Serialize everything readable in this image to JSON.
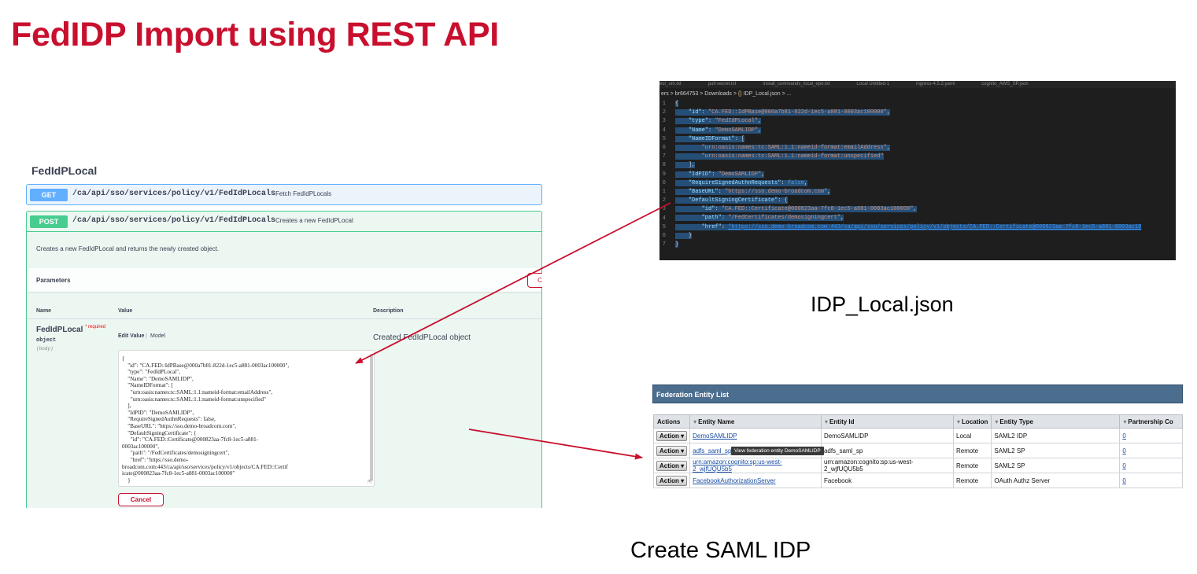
{
  "slide_title": "FedIDP Import using REST API",
  "swagger": {
    "section_title": "FedIdPLocal",
    "get": {
      "method": "GET",
      "path": "/ca/api/sso/services/policy/v1/FedIdPLocals",
      "summary": "Fetch FedIdPLocals"
    },
    "post": {
      "method": "POST",
      "path": "/ca/api/sso/services/policy/v1/FedIdPLocals",
      "summary": "Creates a new FedIdPLocal"
    },
    "description": "Creates a new FedIdPLocal and returns the newly created object.",
    "parameters_label": "Parameters",
    "tryout_label": "C",
    "columns": {
      "name": "Name",
      "value": "Value",
      "description": "Description"
    },
    "param": {
      "name": "FedIdPLocal",
      "required": "* required",
      "type": "object",
      "in": "(body)",
      "description": "Created FedIdPLocal object"
    },
    "edit_value_tab": "Edit Value",
    "tab_separator": "|",
    "model_tab": "Model",
    "body_text": "{\n    \"id\": \"CA.FED::IdPBase@000a7b81-822d-1ec5-a881-0003ac100000\",\n    \"type\": \"FedIdPLocal\",\n    \"Name\": \"DemoSAMLIDP\",\n    \"NameIDFormat\": [\n      \"urn:oasis:names:tc:SAML:1.1:nameid-format:emailAddress\",\n      \"urn:oasis:names:tc:SAML:1.1:nameid-format:unspecified\"\n    ],\n    \"IdPID\": \"DemoSAMLIDP\",\n    \"RequireSignedAuthnRequests\": false,\n    \"BaseURL\": \"https://sso.demo-broadcom.com\",\n    \"DefaultSigningCertificate\": {\n      \"id\": \"CA.FED::Certificate@000823aa-7fc8-1ec5-a881-\n0003ac100000\",\n      \"path\": \"/FedCertificates/demosigningcert\",\n      \"href\": \"https://sso.demo-\nbroadcom.com:443/ca/api/sso/services/policy/v1/objects/CA.FED::Certif\nicate@000823aa-7fc8-1ec5-a881-0003ac100000\"\n    }",
    "cancel_label": "Cancel"
  },
  "code_editor": {
    "tabs": [
      "est_um.txt",
      "pull-secret.txt",
      "install_commands_local_epo.txt",
      "Local  Untitled-1",
      "ingress-4.5.2.yaml",
      "cognito_AWS_SP.json"
    ],
    "breadcrumb": {
      "part1": "ers",
      "part2": "br664753",
      "part3": "Downloads",
      "brace": "{}",
      "file": "IDP_Local.json",
      "more": "..."
    },
    "gutter": "1\n2\n3\n4\n5\n6\n7\n8\n9\n0\n1\n2\n3\n4\n5\n6\n7",
    "lines": {
      "l1": "{",
      "l2k": "\"id\"",
      "l2v": "\"CA.FED::IdPBase@000a7b81-822d-1ec5-a881-0003ac100000\"",
      "l3k": "\"type\"",
      "l3v": "\"FedIdPLocal\"",
      "l4k": "\"Name\"",
      "l4v": "\"DemoSAMLIDP\"",
      "l5k": "\"NameIDFormat\"",
      "l5v": "[",
      "l6v": "\"urn:oasis:names:tc:SAML:1.1:nameid-format:emailAddress\"",
      "l7v": "\"urn:oasis:names:tc:SAML:1.1:nameid-format:unspecified\"",
      "l8": "],",
      "l9k": "\"IdPID\"",
      "l9v": "\"DemoSAMLIDP\"",
      "l10k": "\"RequireSignedAuthnRequests\"",
      "l10v": "false",
      "l11k": "\"BaseURL\"",
      "l11v": "\"https://sso.demo-broadcom.com\"",
      "l12k": "\"DefaultSigningCertificate\"",
      "l12v": "{",
      "l13k": "\"id\"",
      "l13v": "\"CA.FED::Certificate@000823aa-7fc8-1ec5-a881-0003ac100000\"",
      "l14k": "\"path\"",
      "l14v": "\"/FedCertificates/demosigningcert\"",
      "l15k": "\"href\"",
      "l15v": "\"https://sso.demo-broadcom.com:443/ca/api/sso/services/policy/v1/objects/CA.FED::Certificate@000823aa-7fc8-1ec5-a881-0003ac10",
      "l16": "}",
      "l17": "}"
    }
  },
  "json_caption": "IDP_Local.json",
  "federation": {
    "title": "Federation Entity List",
    "columns": [
      "Actions",
      "Entity Name",
      "Entity Id",
      "Location",
      "Entity Type",
      "Partnership Co"
    ],
    "action_label": "Action ▾",
    "rows": [
      {
        "name": "DemoSAMLIDP",
        "id": "DemoSAMLIDP",
        "location": "Local",
        "type": "SAML2 IDP",
        "count": "0"
      },
      {
        "name": "adfs_saml_sp",
        "id": "adfs_saml_sp",
        "location": "Remote",
        "type": "SAML2 SP",
        "count": "0"
      },
      {
        "name": "urn:amazon:cognito:sp:us-west-2_wjfUQU5b5",
        "id": "urn:amazon:cognito:sp:us-west-2_wjfUQU5b5",
        "location": "Remote",
        "type": "SAML2 SP",
        "count": "0"
      },
      {
        "name": "FacebookAuthorizationServer",
        "id": "Facebook",
        "location": "Remote",
        "type": "OAuth Authz Server",
        "count": "0"
      }
    ],
    "tooltip": "View federation entity DemoSAMLIDP"
  },
  "saml_caption": "Create SAML IDP",
  "colors": {
    "title_red": "#c8102e",
    "arrow_red": "#c8102e",
    "get_blue": "#61affe",
    "post_green": "#49cc90",
    "editor_bg": "#1e1e1e",
    "fed_header": "#4b6e8e"
  }
}
